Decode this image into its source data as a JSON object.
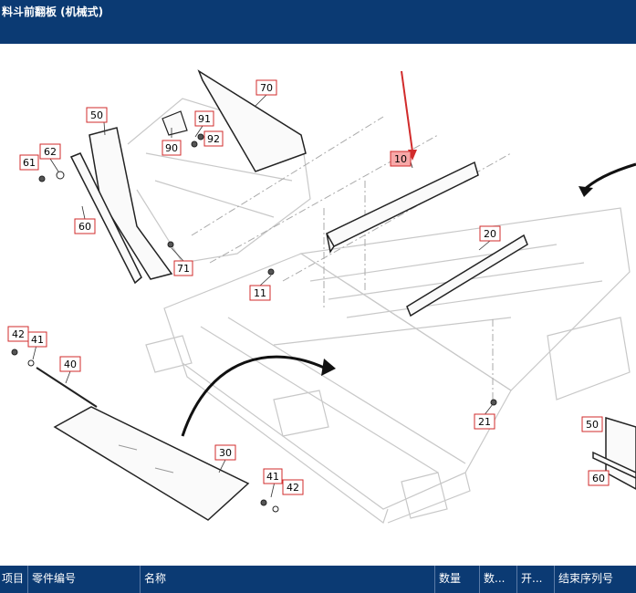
{
  "header": {
    "title": "料斗前翻板 (机械式)"
  },
  "diagram": {
    "callouts": [
      "70",
      "50",
      "91",
      "92",
      "90",
      "62",
      "61",
      "60",
      "71",
      "10",
      "20",
      "11",
      "42",
      "41",
      "40",
      "30",
      "41",
      "42",
      "21",
      "50",
      "60"
    ],
    "highlight_color": "#f7a8a8",
    "callout_color": "#d12b2b"
  },
  "table_header": {
    "columns": [
      "项目",
      "零件编号",
      "名称",
      "数量",
      "数...",
      "开...",
      "结束序列号"
    ]
  },
  "colors": {
    "bar": "#0b3a73",
    "line": "#222222",
    "faint": "#c8c8c8"
  }
}
